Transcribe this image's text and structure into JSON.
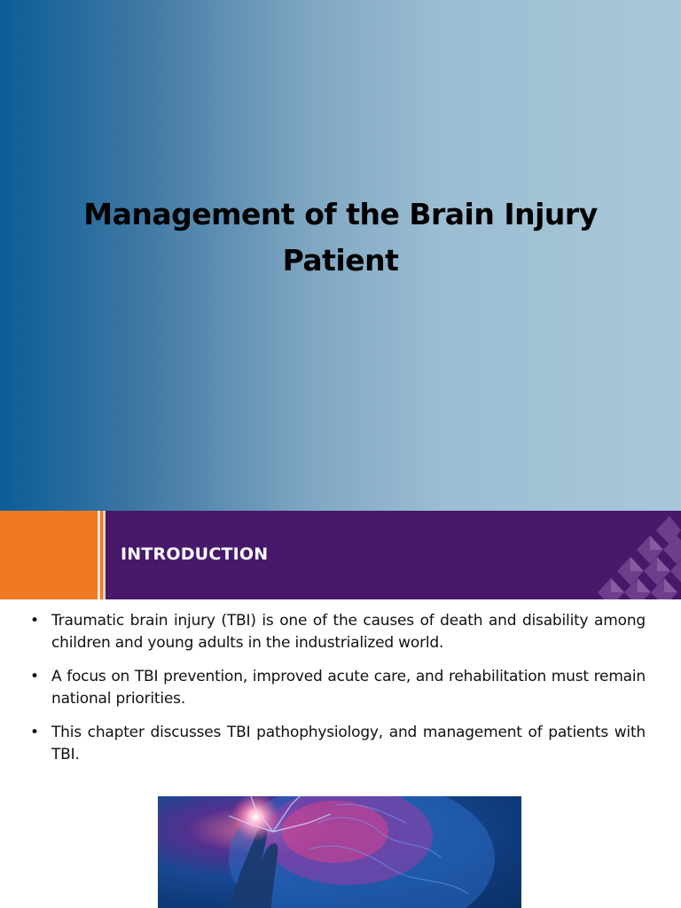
{
  "title_slide": {
    "title_line1": "Management of the Brain Injury",
    "title_line2": "Patient"
  },
  "intro_slide": {
    "header": "INTRODUCTION",
    "bullets": [
      "Traumatic brain injury (TBI) is one of the causes of death and disability among children and young adults in the industrialized world.",
      "A focus on TBI prevention, improved acute care, and rehabilitation must remain national priorities.",
      "This chapter discusses TBI pathophysiology, and management of patients with TBI."
    ],
    "bullet_symbol": "•"
  },
  "colors": {
    "gradient_start": "#0a5d98",
    "gradient_end": "#a9c7da",
    "header_band": "#48186b",
    "accent_orange": "#f07a22",
    "header_text": "#ffffff"
  }
}
